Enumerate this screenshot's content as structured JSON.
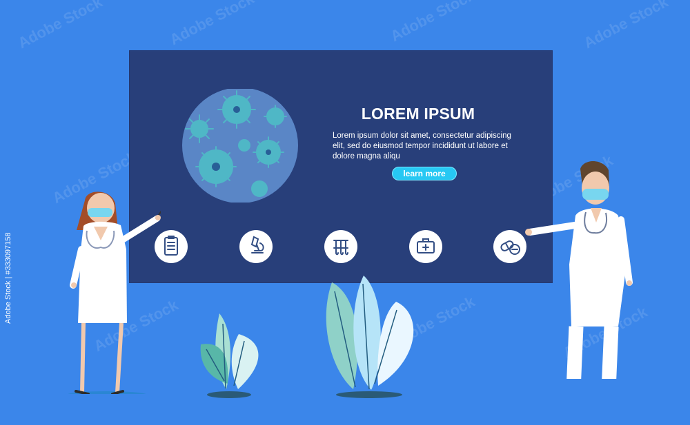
{
  "board": {
    "title": "LOREM IPSUM",
    "body": "Lorem ipsum dolor sit amet, consectetur adipiscing\nelit, sed do eiusmod tempor incididunt ut labore et\ndolore magna aliqu",
    "button_label": "learn more"
  },
  "side_id": "Adobe Stock | #333097158",
  "icons": [
    "clipboard-icon",
    "microscope-icon",
    "test-tubes-icon",
    "medical-kit-icon",
    "pills-icon"
  ],
  "colors": {
    "background": "#3b86ea",
    "board": "#283f7a",
    "accent": "#27c8f3",
    "virus_circle": "#5a86c6",
    "virus": "#4fb7c6"
  }
}
